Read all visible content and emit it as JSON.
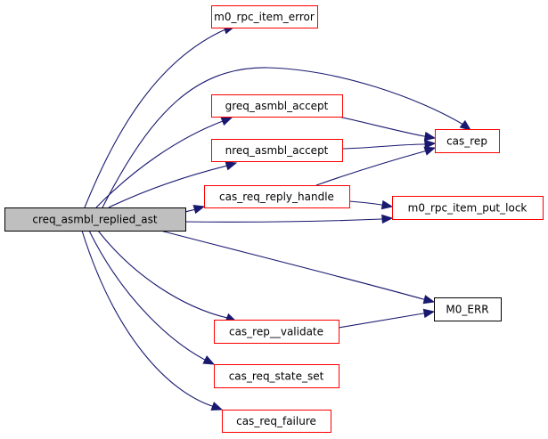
{
  "graph": {
    "type": "call-graph",
    "colors": {
      "edge": "#191970",
      "root_fill": "#bfbfbf",
      "root_border": "#000000",
      "linked_border": "#ff0000",
      "plain_border": "#000000",
      "node_fill": "#ffffff"
    },
    "nodes": [
      {
        "id": "root",
        "label": "creq_asmbl_replied_ast",
        "kind": "root"
      },
      {
        "id": "m0_rpc_item_error",
        "label": "m0_rpc_item_error",
        "kind": "linked"
      },
      {
        "id": "greq_asmbl_accept",
        "label": "greq_asmbl_accept",
        "kind": "linked"
      },
      {
        "id": "nreq_asmbl_accept",
        "label": "nreq_asmbl_accept",
        "kind": "linked"
      },
      {
        "id": "cas_req_reply_handle",
        "label": "cas_req_reply_handle",
        "kind": "linked"
      },
      {
        "id": "cas_rep",
        "label": "cas_rep",
        "kind": "linked"
      },
      {
        "id": "m0_rpc_item_put_lock",
        "label": "m0_rpc_item_put_lock",
        "kind": "linked"
      },
      {
        "id": "M0_ERR",
        "label": "M0_ERR",
        "kind": "plain"
      },
      {
        "id": "cas_rep__validate",
        "label": "cas_rep__validate",
        "kind": "linked"
      },
      {
        "id": "cas_req_state_set",
        "label": "cas_req_state_set",
        "kind": "linked"
      },
      {
        "id": "cas_req_failure",
        "label": "cas_req_failure",
        "kind": "linked"
      }
    ],
    "edges": [
      {
        "from": "root",
        "to": "m0_rpc_item_error"
      },
      {
        "from": "root",
        "to": "cas_rep"
      },
      {
        "from": "root",
        "to": "greq_asmbl_accept"
      },
      {
        "from": "root",
        "to": "nreq_asmbl_accept"
      },
      {
        "from": "root",
        "to": "cas_req_reply_handle"
      },
      {
        "from": "root",
        "to": "m0_rpc_item_put_lock"
      },
      {
        "from": "root",
        "to": "M0_ERR"
      },
      {
        "from": "root",
        "to": "cas_rep__validate"
      },
      {
        "from": "root",
        "to": "cas_req_state_set"
      },
      {
        "from": "root",
        "to": "cas_req_failure"
      },
      {
        "from": "greq_asmbl_accept",
        "to": "cas_rep"
      },
      {
        "from": "nreq_asmbl_accept",
        "to": "cas_rep"
      },
      {
        "from": "cas_req_reply_handle",
        "to": "cas_rep"
      },
      {
        "from": "cas_req_reply_handle",
        "to": "m0_rpc_item_put_lock"
      },
      {
        "from": "cas_rep__validate",
        "to": "M0_ERR"
      }
    ]
  }
}
